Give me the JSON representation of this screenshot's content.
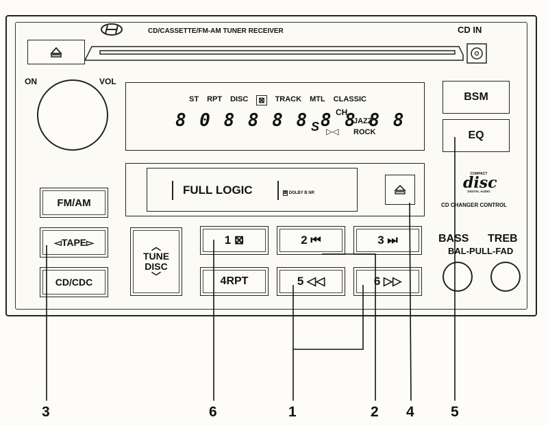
{
  "header": {
    "logo_icon": "hyundai-logo-icon",
    "model_title": "CD/CASSETTE/FM-AM TUNER RECEIVER",
    "cd_in_label": "CD IN"
  },
  "knob_labels": {
    "on": "ON",
    "vol": "VOL"
  },
  "display": {
    "indicators": [
      "ST",
      "RPT",
      "DISC",
      "TRACK",
      "MTL",
      "CLASSIC"
    ],
    "ch_label": "CH",
    "jazz_label": "JAZZ",
    "rock_label": "ROCK",
    "seg_text": "8 0 8  8 8 8 8  8 8 8",
    "s_label": "S"
  },
  "cassette": {
    "label": "FULL LOGIC",
    "dolby_label": "DOLBY B NR"
  },
  "buttons": {
    "bsm": "BSM",
    "eq": "EQ",
    "fm_am": "FM/AM",
    "tape": "◅TAPE▻",
    "cd_cdc": "CD/CDC",
    "tune_line1": "TUNE",
    "tune_line2": "DISC",
    "preset_1": "1 ⊠",
    "preset_2": "2 ⏮",
    "preset_3": "3 ⏭",
    "preset_4": "4RPT",
    "preset_5": "5 ◁◁",
    "preset_6": "6 ▷▷"
  },
  "disc_logo": {
    "line1": "COMPACT",
    "line2": "disc",
    "line3": "DIGITAL AUDIO",
    "changer_label": "CD CHANGER CONTROL"
  },
  "tone": {
    "bass_label": "BASS",
    "treb_label": "TREB",
    "bal_label": "BAL-PULL-FAD"
  },
  "callouts": [
    "3",
    "6",
    "1",
    "2",
    "4",
    "5"
  ]
}
